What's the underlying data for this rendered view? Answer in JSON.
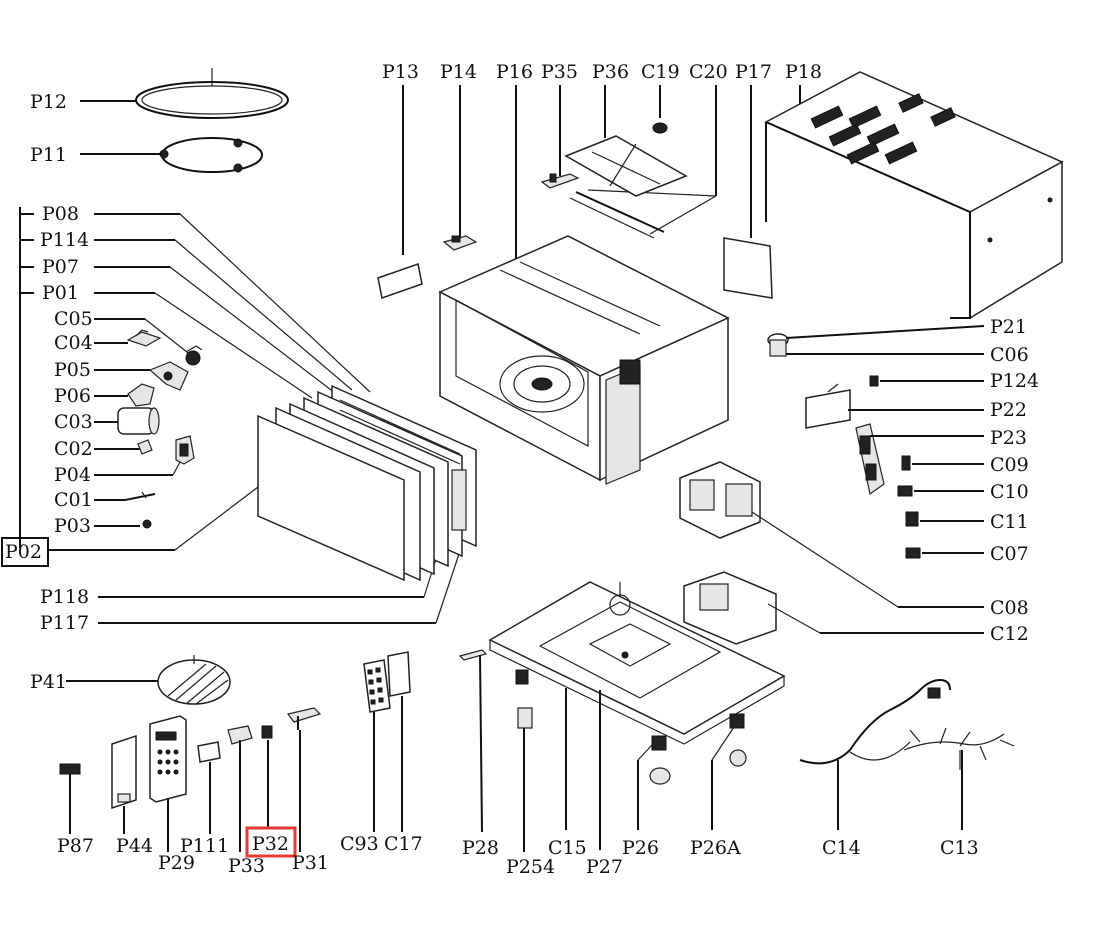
{
  "labels": {
    "P12": "P12",
    "P11": "P11",
    "P08": "P08",
    "P114": "P114",
    "P07": "P07",
    "P01": "P01",
    "C05": "C05",
    "C04": "C04",
    "P05": "P05",
    "P06": "P06",
    "C03": "C03",
    "C02": "C02",
    "P04": "P04",
    "C01": "C01",
    "P03": "P03",
    "P02": "P02",
    "P118": "P118",
    "P117": "P117",
    "P41": "P41",
    "P13": "P13",
    "P14": "P14",
    "P16": "P16",
    "P35": "P35",
    "P36": "P36",
    "C19": "C19",
    "C20": "C20",
    "P17": "P17",
    "P18": "P18",
    "P21": "P21",
    "C06": "C06",
    "P124": "P124",
    "P22": "P22",
    "P23": "P23",
    "C09": "C09",
    "C10": "C10",
    "C11": "C11",
    "C07": "C07",
    "C08": "C08",
    "C12": "C12",
    "P87": "P87",
    "P44": "P44",
    "P29": "P29",
    "P111": "P111",
    "P33": "P33",
    "P32": "P32",
    "P31": "P31",
    "C93": "C93",
    "C17": "C17",
    "P28": "P28",
    "P254": "P254",
    "C15": "C15",
    "P27": "P27",
    "P26": "P26",
    "P26A": "P26A",
    "C14": "C14",
    "C13": "C13"
  },
  "highlight": {
    "label": "P32",
    "color": "#e53935"
  },
  "colors": {
    "ink": "#111111",
    "background": "#ffffff"
  }
}
